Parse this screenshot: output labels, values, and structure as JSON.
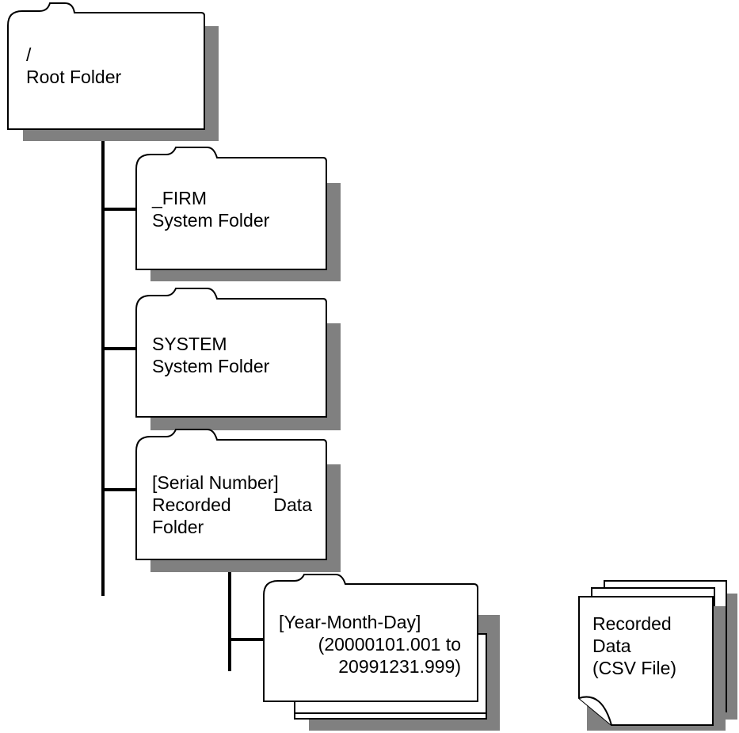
{
  "colors": {
    "fill": "#ffffff",
    "stroke": "#000000",
    "shadow": "#808080"
  },
  "root_folder": {
    "line1": "/",
    "line2": "Root Folder"
  },
  "firm_folder": {
    "line1": "_FIRM",
    "line2": "System Folder"
  },
  "system_folder": {
    "line1": "SYSTEM",
    "line2": "System Folder"
  },
  "serial_folder": {
    "line1": "[Serial Number]",
    "line2_word1": "Recorded",
    "line2_word2": "Data",
    "line3": "Folder"
  },
  "date_folder": {
    "line1": "[Year-Month-Day]",
    "line2": "(20000101.001 to",
    "line3": "20991231.999)"
  },
  "csv_files": {
    "line1": "Recorded",
    "line2": "Data",
    "line3": "(CSV File)"
  }
}
